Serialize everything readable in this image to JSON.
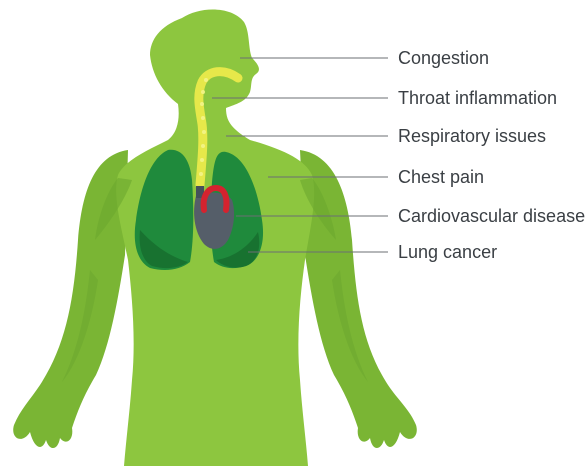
{
  "colors": {
    "body_light": "#8dc63f",
    "body_mid": "#7ab534",
    "body_shadow": "#6aa52e",
    "lung": "#1f8a3c",
    "lung_dark": "#187230",
    "airway": "#e6e84a",
    "heart": "#555e69",
    "aorta": "#d4232f",
    "text": "#3a3f44",
    "leader_line": "#6b6f73"
  },
  "labels": [
    {
      "id": "congestion",
      "text": "Congestion"
    },
    {
      "id": "throat",
      "text": "Throat inflammation"
    },
    {
      "id": "respiratory",
      "text": "Respiratory issues"
    },
    {
      "id": "chest",
      "text": "Chest pain"
    },
    {
      "id": "cardio",
      "text": "Cardiovascular disease"
    },
    {
      "id": "lung",
      "text": "Lung cancer"
    }
  ],
  "icons": {
    "figure": "human-torso-icon",
    "lungs": "lungs-icon",
    "heart": "heart-icon",
    "airway": "trachea-icon"
  }
}
